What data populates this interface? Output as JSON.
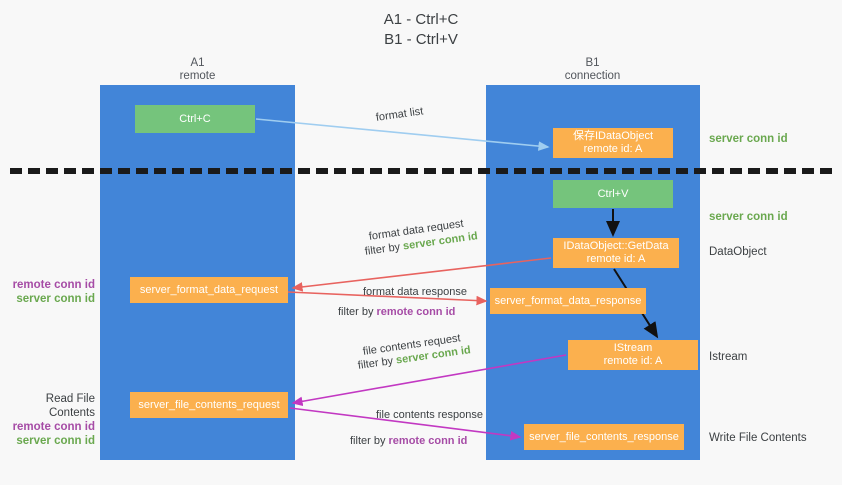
{
  "title": {
    "line1": "A1 - Ctrl+C",
    "line2": "B1 - Ctrl+V"
  },
  "lanes": [
    {
      "id": "a1",
      "name": "A1",
      "sub": "remote",
      "color": "#4285d8"
    },
    {
      "id": "b1",
      "name": "B1",
      "sub": "connection",
      "color": "#4285d8"
    }
  ],
  "nodes": {
    "ctrl_c": {
      "label": "Ctrl+C",
      "color": "#75c47c"
    },
    "save_idataobject": {
      "line1": "保存IDataObject",
      "line2": "remote id: A",
      "color": "#fbb04e"
    },
    "ctrl_v": {
      "label": "Ctrl+V",
      "color": "#75c47c"
    },
    "getdata": {
      "line1": "IDataObject::GetData",
      "line2": "remote id: A",
      "color": "#fbb04e"
    },
    "istream": {
      "line1": "IStream",
      "line2": "remote id: A",
      "color": "#fbb04e"
    },
    "server_format_data_request": {
      "label": "server_format_data_request",
      "color": "#fbb04e"
    },
    "server_format_data_response": {
      "label": "server_format_data_response",
      "color": "#fbb04e"
    },
    "server_file_contents_request": {
      "label": "server_file_contents_request",
      "color": "#fbb04e"
    },
    "server_file_contents_response": {
      "label": "server_file_contents_response",
      "color": "#fbb04e"
    }
  },
  "right_labels": {
    "server_conn_id_1": "server conn id",
    "server_conn_id_2": "server conn id",
    "dataobject": "DataObject",
    "istream": "Istream",
    "write_file_contents": "Write File Contents"
  },
  "left_labels": {
    "mid_remote": "remote conn id",
    "mid_server": "server conn id",
    "read_file_contents": "Read File Contents",
    "read_remote": "remote conn id",
    "read_server": "server conn id"
  },
  "edge_labels": {
    "format_list": "format list",
    "format_data_request": "format data request",
    "format_data_request_filter_prefix": "filter by ",
    "format_data_request_filter_value": "server conn id",
    "format_data_response": "format data response",
    "format_data_response_filter_prefix": "filter by ",
    "format_data_response_filter_value": "remote conn id",
    "file_contents_request": "file contents request",
    "file_contents_request_filter_prefix": "filter by ",
    "file_contents_request_filter_value": "server conn id",
    "file_contents_response": "file contents response",
    "file_contents_response_filter_prefix": "filter by ",
    "file_contents_response_filter_value": "remote conn id"
  },
  "colors": {
    "lane": "#4285d8",
    "green_node": "#75c47c",
    "orange_node": "#fbb04e",
    "green_text": "#6aa84f",
    "purple_text": "#a64ca6",
    "arrow_blue": "#9fcdf0",
    "arrow_red": "#e8635f",
    "arrow_magenta": "#c238c2",
    "arrow_black": "#111111",
    "background": "#f8f8f8"
  }
}
